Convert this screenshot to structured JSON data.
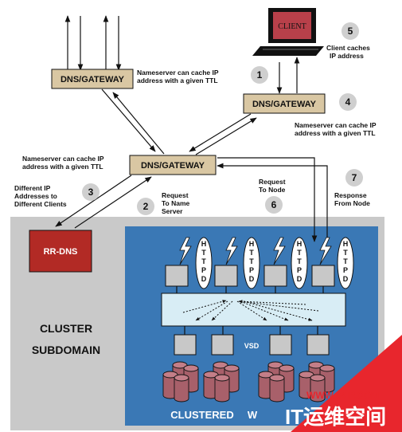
{
  "gateways": {
    "top_left": "DNS/GATEWAY",
    "right": "DNS/GATEWAY",
    "center": "DNS/GATEWAY"
  },
  "client_label": "CLIENT",
  "notes": {
    "top_left_1": "Nameserver can cache IP",
    "top_left_2": "address with a given TTL",
    "right_1": "Nameserver can cache IP",
    "right_2": "address with a given TTL",
    "center_1": "Nameserver can cache IP",
    "center_2": "address with a given TTL",
    "client_1": "Client caches",
    "client_2": "IP address"
  },
  "steps": {
    "s1": "1",
    "s2": "2",
    "s3": "3",
    "s4": "4",
    "s5": "5",
    "s6": "6",
    "s7": "7"
  },
  "step_labels": {
    "s2_1": "Request",
    "s2_2": "To Name",
    "s2_3": "Server",
    "s3_1": "Different IP",
    "s3_2": "Addresses to",
    "s3_3": "Different Clients",
    "s6_1": "Request",
    "s6_2": "To Node",
    "s7_1": "Response",
    "s7_2": "From Node"
  },
  "rr_dns": "RR-DNS",
  "cluster_1": "CLUSTER",
  "cluster_2": "SUBDOMAIN",
  "vsd": "VSD",
  "clustered": "CLUSTERED",
  "httpd_letters": [
    "H",
    "T",
    "T",
    "P",
    "D"
  ],
  "watermark": {
    "url": "WWW.94IP.COM",
    "title": "IT运维空间",
    "w_letter": "W"
  },
  "colors": {
    "gateway_fill": "#d9c7a3",
    "cluster_bg": "#c9c9c9",
    "inner_blue": "#3a78b5",
    "rr_dns": "#b22a25",
    "disk": "#a8606a",
    "watermark_red": "#e8262d"
  }
}
